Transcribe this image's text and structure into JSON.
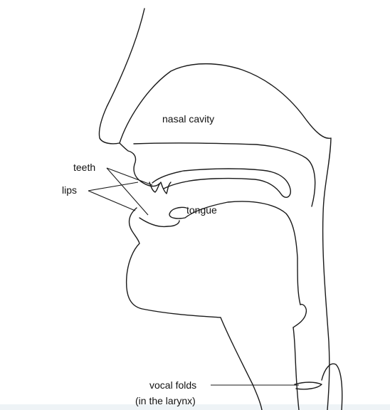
{
  "labels": {
    "nasal_cavity": "nasal cavity",
    "teeth": "teeth",
    "lips": "lips",
    "tongue": "tongue",
    "vocal_folds": "vocal folds",
    "larynx_note": "(in the larynx)"
  },
  "colors": {
    "line": "#1a1a1a",
    "background": "#ffffff"
  }
}
